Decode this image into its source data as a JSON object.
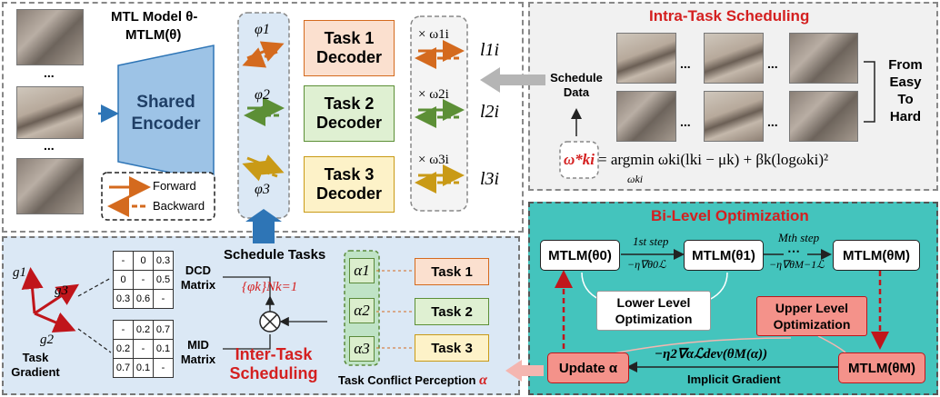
{
  "model_panel": {
    "title_line1": "MTL Model θ-",
    "title_line2": "MTLM(θ)",
    "encoder_label_1": "Shared",
    "encoder_label_2": "Encoder",
    "ellipsis": "...",
    "legend_forward": "Forward",
    "legend_backward": "Backward",
    "phi_labels": [
      "φ1",
      "φ2",
      "φ3"
    ],
    "decoders": [
      {
        "line1": "Task 1",
        "line2": "Decoder"
      },
      {
        "line1": "Task 2",
        "line2": "Decoder"
      },
      {
        "line1": "Task 3",
        "line2": "Decoder"
      }
    ],
    "weights": [
      "× ω1i",
      "× ω2i",
      "× ω3i"
    ],
    "losses": [
      "l1i",
      "l2i",
      "l3i"
    ]
  },
  "intra_task": {
    "title": "Intra-Task Scheduling",
    "schedule_data_1": "Schedule",
    "schedule_data_2": "Data",
    "ellipsis": "...",
    "from_easy_1": "From",
    "from_easy_2": "Easy",
    "from_easy_3": "To",
    "from_easy_4": "Hard",
    "omega_star": "ω*ki",
    "formula": "= argmin ωki(lki − μk) + βk(logωki)²",
    "formula_sub": "ωki"
  },
  "schedule_tasks": "Schedule Tasks",
  "inter_task": {
    "dcd_1": "DCD",
    "dcd_2": "Matrix",
    "mid_1": "MID",
    "mid_2": "Matrix",
    "phi_set": "{φk}Nk=1",
    "title_1": "Inter-Task",
    "title_2": "Scheduling",
    "gradient_1": "Task",
    "gradient_2": "Gradient",
    "g_labels": [
      "g1",
      "g3",
      "g2"
    ],
    "dcd_matrix": [
      [
        "-",
        "0",
        "0.3"
      ],
      [
        "0",
        "-",
        "0.5"
      ],
      [
        "0.3",
        "0.6",
        "-"
      ]
    ],
    "mid_matrix": [
      [
        "-",
        "0.2",
        "0.7"
      ],
      [
        "0.2",
        "-",
        "0.1"
      ],
      [
        "0.7",
        "0.1",
        "-"
      ]
    ],
    "alphas": [
      "α1",
      "α2",
      "α3"
    ],
    "tasks": [
      "Task 1",
      "Task 2",
      "Task 3"
    ],
    "conflict_label": "Task Conflict Perception",
    "conflict_alpha": "α"
  },
  "bilevel": {
    "title": "Bi-Level Optimization",
    "mtlm0": "MTLM(θ0)",
    "mtlm1": "MTLM(θ1)",
    "mtlmM": "MTLM(θM)",
    "mtlmM_bottom": "MTLM(θM)",
    "step1": "1st step",
    "stepM": "Mth step",
    "grad0": "−η∇θ0ℒ",
    "gradM": "−η∇θM−1ℒ",
    "dots": "⋯",
    "lower_1": "Lower Level",
    "lower_2": "Optimization",
    "upper_1": "Upper Level",
    "upper_2": "Optimization",
    "update": "Update α",
    "implicit_formula": "−η2∇αℒdev(θM(α))",
    "implicit_label": "Implicit Gradient"
  },
  "colors": {
    "forward": "#d46a1e",
    "task2": "#5c8f36",
    "task3": "#c99a16",
    "title_red": "#d42020",
    "encoder": "#9dc3e6",
    "bilevel_bg": "#44c4bd",
    "inter_bg": "#dbe8f5"
  }
}
